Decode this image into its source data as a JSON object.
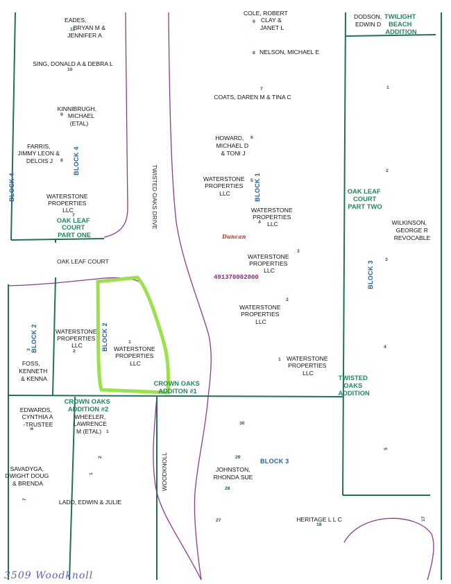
{
  "owners": {
    "eades": [
      "EADES,",
      "BRYAN M &",
      "JENNIFER A"
    ],
    "sing": [
      "SING, DONALD A & DEBRA L"
    ],
    "kinnibrugh": [
      "KINNIBRUGH,",
      "MICHAEL",
      "(ETAL)"
    ],
    "farris": [
      "FARRIS,",
      "JIMMY LEON &",
      "DELOIS J"
    ],
    "waterstone_nw": [
      "WATERSTONE",
      "PROPERTIES",
      "LLC"
    ],
    "cole": [
      "COLE, ROBERT",
      "CLAY &",
      "JANET L"
    ],
    "nelson": [
      "NELSON, MICHAEL E"
    ],
    "coats": [
      "COATS, DAREN M & TINA C"
    ],
    "howard": [
      "HOWARD,",
      "MICHAEL D",
      "& TONI J"
    ],
    "waterstone_b1_5": [
      "WATERSTONE",
      "PROPERTIES",
      "LLC"
    ],
    "waterstone_b1_4": [
      "WATERSTONE",
      "PROPERTIES",
      "LLC"
    ],
    "waterstone_b1_3": [
      "WATERSTONE",
      "PROPERTIES",
      "LLC"
    ],
    "waterstone_b1_2": [
      "WATERSTONE",
      "PROPERTIES",
      "LLC"
    ],
    "waterstone_b1_1": [
      "WATERSTONE",
      "PROPERTIES",
      "LLC"
    ],
    "dodson": [
      "DODSON,",
      "EDWIN D"
    ],
    "wilkinson": [
      "WILKINSON,",
      "GEORGE R",
      "REVOCABLE"
    ],
    "waterstone_b2_left": [
      "WATERSTONE",
      "PROPERTIES",
      "LLC"
    ],
    "waterstone_b2_sel": [
      "WATERSTONE",
      "PROPERTIES",
      "LLC"
    ],
    "foss": [
      "FOSS,",
      "KENNETH",
      "& KENNA"
    ],
    "edwards": [
      "EDWARDS,",
      "CYNTHIA A",
      "-TRUSTEE"
    ],
    "wheeler": [
      "WHEELER,",
      "LAWRENCE",
      "M (ETAL)"
    ],
    "savadyga": [
      "SAVADYGA,",
      "DWIGHT DOUG",
      "& BRENDA"
    ],
    "ladd": [
      "LADD, EDWIN & JULIE"
    ],
    "johnston": [
      "JOHNSTON,",
      "RHONDA SUE"
    ],
    "heritage": [
      "HERITAGE L L C"
    ]
  },
  "lots": {
    "eades": "11",
    "sing": "10",
    "kinnibrugh": "9",
    "farris": "8",
    "nw7": "7",
    "cole": "9",
    "nelson": "8",
    "coats": "7",
    "howard": "6",
    "b1_5": "5",
    "b1_4": "4",
    "b1_3": "3",
    "b1_2": "2",
    "b1_1": "1",
    "e1": "1",
    "e2": "2",
    "e3": "3",
    "e4": "4",
    "e5": "5",
    "b2_3": "3",
    "b2_sel": "1",
    "b2_left": "2",
    "edwards": "8",
    "wheeler": "1",
    "w2": "2",
    "w1": "1",
    "savadyga": "7",
    "l30": "30",
    "l29": "29",
    "l28": "28",
    "l27": "27",
    "l18": "18",
    "l17": "17"
  },
  "blocks": {
    "b4_left": "BLOCK 4",
    "b4_inner": "BLOCK 4",
    "b1": "BLOCK 1",
    "b3_east": "BLOCK 3",
    "b2_left": "BLOCK 2",
    "b2_sel": "BLOCK 2",
    "b3_south": "BLOCK 3"
  },
  "subdivisions": {
    "oak_leaf_one": [
      "OAK LEAF",
      "COURT",
      "PART ONE"
    ],
    "oak_leaf_two": [
      "OAK LEAF",
      "COURT",
      "PART TWO"
    ],
    "twilight": [
      "TWILIGHT",
      "BEACH",
      "ADDITION"
    ],
    "crown_oaks_1": [
      "CROWN OAKS",
      "ADDITON #1"
    ],
    "crown_oaks_2": [
      "CROWN OAKS",
      "ADDITION #2"
    ],
    "twisted_oaks": [
      "TWISTED",
      "OAKS",
      "ADDITION"
    ]
  },
  "streets": {
    "twisted_oaks_drive": "TWISTED OAKS DRIVE",
    "oak_leaf_court": "OAK LEAF COURT",
    "woodknoll": "WOODKNOLL"
  },
  "parcel_id": "491370002000",
  "place_label": "Duncan",
  "handwritten_note": "3509 Woodknoll",
  "colors": {
    "lot_lines": "#1f6f5c",
    "road_lines": "#8a3a8c",
    "highlight": "#9be24a",
    "block_labels": "#1f5fa8",
    "subdivision_labels": "#1e8a5a"
  }
}
